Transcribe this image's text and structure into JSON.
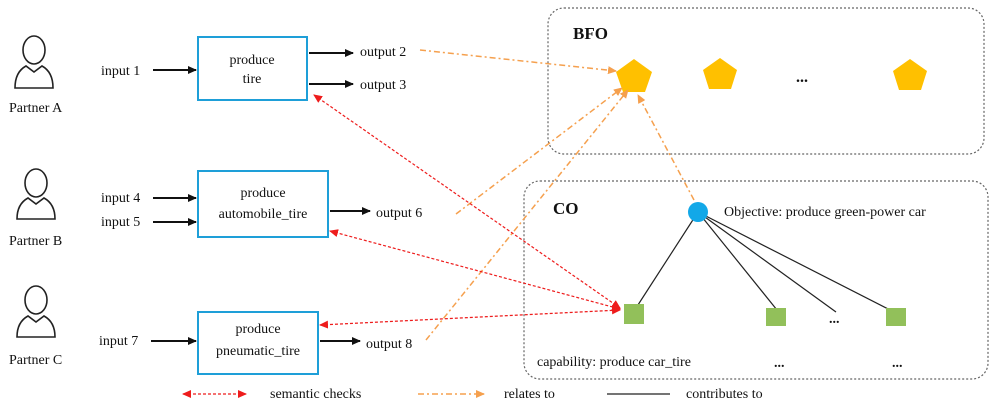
{
  "partners": [
    {
      "name": "Partner A"
    },
    {
      "name": "Partner B"
    },
    {
      "name": "Partner C"
    }
  ],
  "processes": [
    {
      "line1": "produce",
      "line2": "tire",
      "inputs": [
        "input 1"
      ],
      "outputs": [
        "output 2",
        "output 3"
      ]
    },
    {
      "line1": "produce",
      "line2": "automobile_tire",
      "inputs": [
        "input 4",
        "input 5"
      ],
      "outputs": [
        "output 6"
      ]
    },
    {
      "line1": "produce",
      "line2": "pneumatic_tire",
      "inputs": [
        "input 7"
      ],
      "outputs": [
        "output 8"
      ]
    }
  ],
  "bfo": {
    "title": "BFO",
    "ellipsis": "..."
  },
  "co": {
    "title": "CO",
    "objective": "Objective: produce green-power car",
    "capability": "capability: produce car_tire",
    "ellipsis": "..."
  },
  "legend": {
    "semantic_checks": "semantic checks",
    "relates_to": "relates to",
    "contributes_to": "contributes to"
  },
  "colors": {
    "box_border": "#1e9fd8",
    "pentagon": "#ffc000",
    "circle": "#12a8e8",
    "square": "#92c05a",
    "semantic_checks": "#ee1c1c",
    "relates_to": "#f5a04e",
    "contributes_to": "#222222",
    "panel_border": "#666666"
  }
}
